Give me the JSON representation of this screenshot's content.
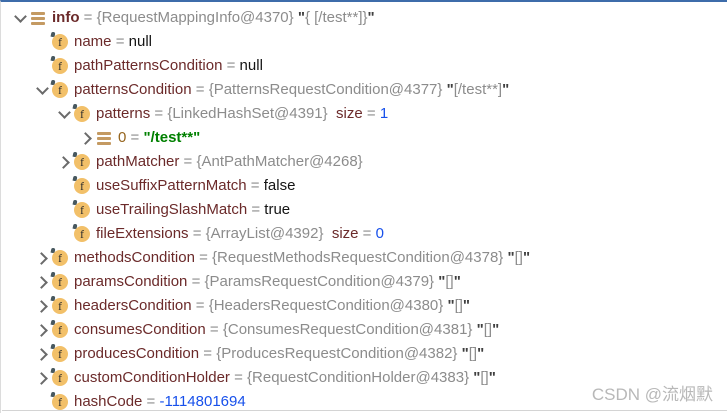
{
  "colors": {
    "panel_top_border": "#3d6caa",
    "variable_name": "#6b2a2a",
    "index_name": "#95641d",
    "reference_gray": "#8c8c8c",
    "string_green": "#008000",
    "number_blue": "#1750eb",
    "field_icon_fill": "#f2c069",
    "list_icon_fill": "#c49a62",
    "watermark_gray": "#b8b8b8"
  },
  "watermark": {
    "text": "CSDN @流烟默"
  },
  "tree": {
    "rows": [
      {
        "name": "info",
        "level": 0,
        "chevron": "expanded",
        "icon": "list",
        "bold": true,
        "name_style": "var",
        "segments": [
          {
            "text": " = ",
            "style": "eq"
          },
          {
            "text": "{RequestMappingInfo@4370}",
            "style": "ref"
          },
          {
            "text": " ",
            "style": "eq"
          },
          {
            "text": "\"",
            "style": "q"
          },
          {
            "text": "{ [/test**]}",
            "style": "str"
          },
          {
            "text": "\"",
            "style": "q"
          }
        ]
      },
      {
        "name": "name",
        "level": 1,
        "chevron": "none",
        "icon": "field",
        "bold": false,
        "name_style": "var",
        "segments": [
          {
            "text": " = ",
            "style": "eq"
          },
          {
            "text": "null",
            "style": "kw"
          }
        ]
      },
      {
        "name": "pathPatternsCondition",
        "level": 1,
        "chevron": "none",
        "icon": "field",
        "bold": false,
        "name_style": "var",
        "segments": [
          {
            "text": " = ",
            "style": "eq"
          },
          {
            "text": "null",
            "style": "kw"
          }
        ]
      },
      {
        "name": "patternsCondition",
        "level": 1,
        "chevron": "expanded",
        "icon": "field",
        "bold": false,
        "name_style": "var",
        "segments": [
          {
            "text": " = ",
            "style": "eq"
          },
          {
            "text": "{PatternsRequestCondition@4377}",
            "style": "ref"
          },
          {
            "text": " ",
            "style": "eq"
          },
          {
            "text": "\"",
            "style": "q"
          },
          {
            "text": "[/test**]",
            "style": "str"
          },
          {
            "text": "\"",
            "style": "q"
          }
        ]
      },
      {
        "name": "patterns",
        "level": 2,
        "chevron": "expanded",
        "icon": "field",
        "bold": false,
        "name_style": "var",
        "segments": [
          {
            "text": " = ",
            "style": "eq"
          },
          {
            "text": "{LinkedHashSet@4391}",
            "style": "ref"
          },
          {
            "text": "  ",
            "style": "eq"
          },
          {
            "text": "size",
            "style": "label"
          },
          {
            "text": " = ",
            "style": "eq"
          },
          {
            "text": "1",
            "style": "num"
          }
        ]
      },
      {
        "name": "0",
        "level": 3,
        "chevron": "collapsed",
        "icon": "list",
        "bold": false,
        "name_style": "index",
        "segments": [
          {
            "text": " = ",
            "style": "eq"
          },
          {
            "text": "\"/test**\"",
            "style": "green"
          }
        ]
      },
      {
        "name": "pathMatcher",
        "level": 2,
        "chevron": "collapsed",
        "icon": "field",
        "bold": false,
        "name_style": "var",
        "segments": [
          {
            "text": " = ",
            "style": "eq"
          },
          {
            "text": "{AntPathMatcher@4268}",
            "style": "ref"
          }
        ]
      },
      {
        "name": "useSuffixPatternMatch",
        "level": 2,
        "chevron": "none",
        "icon": "field",
        "bold": false,
        "name_style": "var",
        "segments": [
          {
            "text": " = ",
            "style": "eq"
          },
          {
            "text": "false",
            "style": "kw"
          }
        ]
      },
      {
        "name": "useTrailingSlashMatch",
        "level": 2,
        "chevron": "none",
        "icon": "field",
        "bold": false,
        "name_style": "var",
        "segments": [
          {
            "text": " = ",
            "style": "eq"
          },
          {
            "text": "true",
            "style": "kw"
          }
        ]
      },
      {
        "name": "fileExtensions",
        "level": 2,
        "chevron": "none",
        "icon": "field",
        "bold": false,
        "name_style": "var",
        "segments": [
          {
            "text": " = ",
            "style": "eq"
          },
          {
            "text": "{ArrayList@4392}",
            "style": "ref"
          },
          {
            "text": "  ",
            "style": "eq"
          },
          {
            "text": "size",
            "style": "label"
          },
          {
            "text": " = ",
            "style": "eq"
          },
          {
            "text": "0",
            "style": "num"
          }
        ]
      },
      {
        "name": "methodsCondition",
        "level": 1,
        "chevron": "collapsed",
        "icon": "field",
        "bold": false,
        "name_style": "var",
        "segments": [
          {
            "text": " = ",
            "style": "eq"
          },
          {
            "text": "{RequestMethodsRequestCondition@4378}",
            "style": "ref"
          },
          {
            "text": " ",
            "style": "eq"
          },
          {
            "text": "\"",
            "style": "q"
          },
          {
            "text": "[]",
            "style": "str"
          },
          {
            "text": "\"",
            "style": "q"
          }
        ]
      },
      {
        "name": "paramsCondition",
        "level": 1,
        "chevron": "collapsed",
        "icon": "field",
        "bold": false,
        "name_style": "var",
        "segments": [
          {
            "text": " = ",
            "style": "eq"
          },
          {
            "text": "{ParamsRequestCondition@4379}",
            "style": "ref"
          },
          {
            "text": " ",
            "style": "eq"
          },
          {
            "text": "\"",
            "style": "q"
          },
          {
            "text": "[]",
            "style": "str"
          },
          {
            "text": "\"",
            "style": "q"
          }
        ]
      },
      {
        "name": "headersCondition",
        "level": 1,
        "chevron": "collapsed",
        "icon": "field",
        "bold": false,
        "name_style": "var",
        "segments": [
          {
            "text": " = ",
            "style": "eq"
          },
          {
            "text": "{HeadersRequestCondition@4380}",
            "style": "ref"
          },
          {
            "text": " ",
            "style": "eq"
          },
          {
            "text": "\"",
            "style": "q"
          },
          {
            "text": "[]",
            "style": "str"
          },
          {
            "text": "\"",
            "style": "q"
          }
        ]
      },
      {
        "name": "consumesCondition",
        "level": 1,
        "chevron": "collapsed",
        "icon": "field",
        "bold": false,
        "name_style": "var",
        "segments": [
          {
            "text": " = ",
            "style": "eq"
          },
          {
            "text": "{ConsumesRequestCondition@4381}",
            "style": "ref"
          },
          {
            "text": " ",
            "style": "eq"
          },
          {
            "text": "\"",
            "style": "q"
          },
          {
            "text": "[]",
            "style": "str"
          },
          {
            "text": "\"",
            "style": "q"
          }
        ]
      },
      {
        "name": "producesCondition",
        "level": 1,
        "chevron": "collapsed",
        "icon": "field",
        "bold": false,
        "name_style": "var",
        "segments": [
          {
            "text": " = ",
            "style": "eq"
          },
          {
            "text": "{ProducesRequestCondition@4382}",
            "style": "ref"
          },
          {
            "text": " ",
            "style": "eq"
          },
          {
            "text": "\"",
            "style": "q"
          },
          {
            "text": "[]",
            "style": "str"
          },
          {
            "text": "\"",
            "style": "q"
          }
        ]
      },
      {
        "name": "customConditionHolder",
        "level": 1,
        "chevron": "collapsed",
        "icon": "field",
        "bold": false,
        "name_style": "var",
        "segments": [
          {
            "text": " = ",
            "style": "eq"
          },
          {
            "text": "{RequestConditionHolder@4383}",
            "style": "ref"
          },
          {
            "text": " ",
            "style": "eq"
          },
          {
            "text": "\"",
            "style": "q"
          },
          {
            "text": "[]",
            "style": "str"
          },
          {
            "text": "\"",
            "style": "q"
          }
        ]
      },
      {
        "name": "hashCode",
        "level": 1,
        "chevron": "none",
        "icon": "field",
        "bold": false,
        "name_style": "var",
        "segments": [
          {
            "text": " = ",
            "style": "eq"
          },
          {
            "text": "-1114801694",
            "style": "num"
          }
        ]
      }
    ]
  }
}
